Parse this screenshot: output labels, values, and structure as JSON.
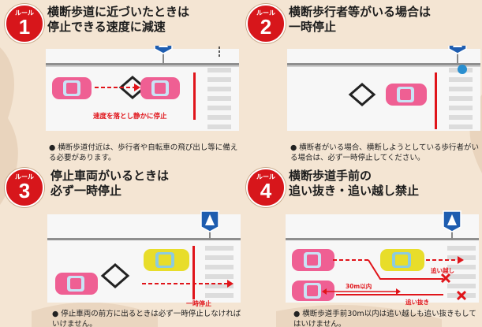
{
  "rules": [
    {
      "badge_label": "ルール",
      "number": "1",
      "title_lines": [
        "横断歩道に近づいたときは",
        "停止できる速度に減速"
      ],
      "scene_label": "速度を落とし静かに停止",
      "note": "横断歩道付近は、歩行者や自転車の飛び出し等に備える必要があります。"
    },
    {
      "badge_label": "ルール",
      "number": "2",
      "title_lines": [
        "横断歩行者等がいる場合は",
        "一時停止"
      ],
      "note": "横断者がいる場合、横断しようとしている歩行者がいる場合は、必ず一時停止してください。"
    },
    {
      "badge_label": "ルール",
      "number": "3",
      "title_lines": [
        "停止車両がいるときは",
        "必ず一時停止"
      ],
      "scene_label": "一時停止",
      "note": "停止車両の前方に出るときは必ず一時停止しなければいけません。"
    },
    {
      "badge_label": "ルール",
      "number": "4",
      "title_lines": [
        "横断歩道手前の",
        "追い抜き・追い越し禁止"
      ],
      "scene_labels": {
        "overtake": "追い越し",
        "distance": "30m以内",
        "passing": "追い抜き"
      },
      "note": "横断歩道手前30m以内は追い越しも追い抜きもしてはいけません。"
    }
  ],
  "bullet": "●",
  "colors": {
    "badge": "#d7161b",
    "pink_car": "#ef5f93",
    "yellow_car": "#e8dd2a",
    "red_line": "#e0141a",
    "road": "#f7f7f7",
    "background": "#f4e5d3"
  }
}
